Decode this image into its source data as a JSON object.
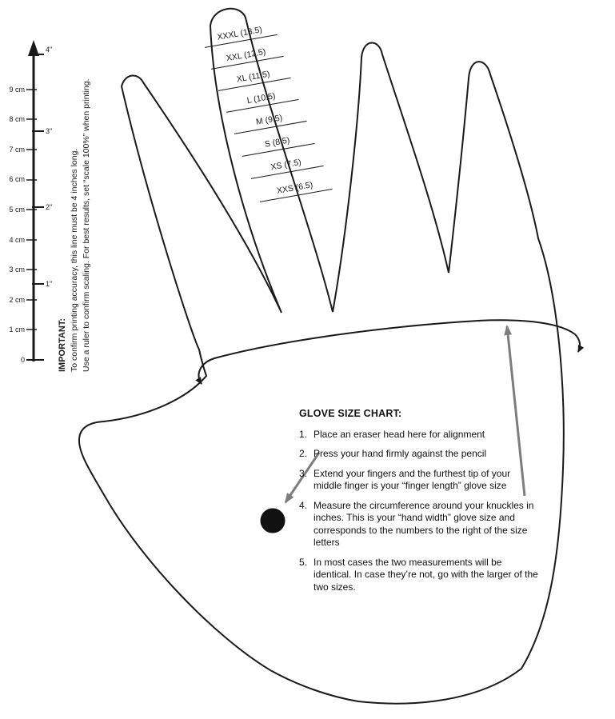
{
  "ruler": {
    "cm_labels": [
      "9 cm",
      "8 cm",
      "7 cm",
      "6 cm",
      "5 cm",
      "4 cm",
      "3 cm",
      "2 cm",
      "1 cm",
      "0"
    ],
    "inch_labels": [
      "4\"",
      "3\"",
      "2\"",
      "1\""
    ]
  },
  "important_note": {
    "title": "IMPORTANT:",
    "line1": "To confirm printing accuracy, this line must be 4 inches long.",
    "line2": "Use a ruler to confirm scaling. For best results, set “scale 100%” when printing."
  },
  "finger_sizes": {
    "rows": [
      {
        "label": "XXXL (13.5)"
      },
      {
        "label": "XXL (12.5)"
      },
      {
        "label": "XL (11.5)"
      },
      {
        "label": "L (10.5)"
      },
      {
        "label": "M (9.5)"
      },
      {
        "label": "S (8.5)"
      },
      {
        "label": "XS (7.5)"
      },
      {
        "label": "XXS (6.5)"
      }
    ]
  },
  "instructions": {
    "heading": "GLOVE SIZE CHART:",
    "items": [
      {
        "num": "1.",
        "text": "Place an eraser head here for alignment"
      },
      {
        "num": "2.",
        "text": "Press your hand firmly against the pencil"
      },
      {
        "num": "3.",
        "text": "Extend your fingers and the furthest tip of your middle finger is your “finger length” glove size"
      },
      {
        "num": "4.",
        "text": "Measure the circumference around your knuckles in inches. This is your “hand width” glove size and corresponds to the numbers to the right of the size letters"
      },
      {
        "num": "5.",
        "text": "In most cases the two measurements will be identical. In case they’re not, go with the larger of the two sizes."
      }
    ]
  },
  "colors": {
    "outline": "#1a1a1a",
    "arrow_gray": "#7d7d7d",
    "dot": "#111111"
  }
}
